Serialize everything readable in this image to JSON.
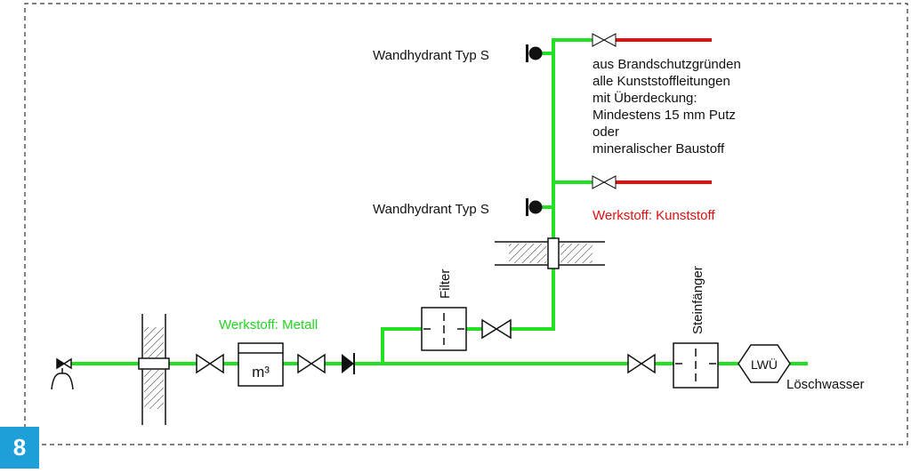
{
  "figure_number": "8",
  "labels": {
    "hydrant_top": "Wandhydrant Typ S",
    "hydrant_bottom": "Wandhydrant Typ S",
    "note_lines": [
      "aus Brandschutzgründen",
      "alle Kunststoffleitungen",
      "mit Überdeckung:",
      "Mindestens 15 mm Putz",
      "oder",
      "mineralischer Baustoff"
    ],
    "material_plastic": "Werkstoff: Kunststoff",
    "material_metal": "Werkstoff: Metall",
    "filter": "Filter",
    "stone_trap": "Steinfänger",
    "meter": "m³",
    "lwu": "LWÜ",
    "extinguishing_water": "Löschwasser"
  },
  "colors": {
    "metal_pipe": "#22e022",
    "plastic_pipe": "#e01010",
    "plastic_label": "#e01010",
    "metal_label": "#22d622",
    "badge": "#1e9fd8",
    "line": "#111111"
  }
}
